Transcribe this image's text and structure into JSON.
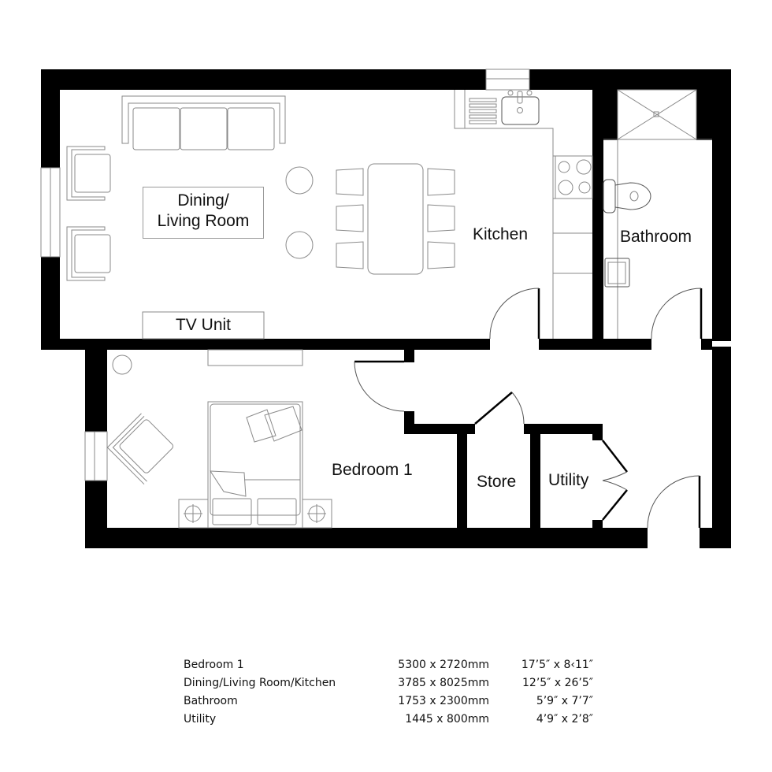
{
  "plan": {
    "rooms": [
      {
        "id": "dining-living",
        "label_line1": "Dining/",
        "label_line2": "Living Room"
      },
      {
        "id": "kitchen",
        "label": "Kitchen"
      },
      {
        "id": "bathroom",
        "label": "Bathroom"
      },
      {
        "id": "bedroom1",
        "label": "Bedroom 1"
      },
      {
        "id": "store",
        "label": "Store"
      },
      {
        "id": "utility",
        "label": "Utility"
      }
    ],
    "furniture_labels": {
      "tv_unit": "TV Unit"
    },
    "colors": {
      "wall": "#000000",
      "fixture_line": "#8a8a8a",
      "background": "#ffffff",
      "text": "#111111"
    }
  },
  "schedule": {
    "rows": [
      {
        "room": "Bedroom 1",
        "metric": "5300 x 2720mm",
        "imperial": "17’5″ x 8‹11″"
      },
      {
        "room": "Dining/Living Room/Kitchen",
        "metric": "3785 x 8025mm",
        "imperial": "12’5″ x 26’5″"
      },
      {
        "room": "Bathroom",
        "metric": "1753 x 2300mm",
        "imperial": "5’9″ x 7’7″"
      },
      {
        "room": "Utility",
        "metric": "1445 x 800mm",
        "imperial": "4’9″ x 2’8″"
      }
    ]
  }
}
